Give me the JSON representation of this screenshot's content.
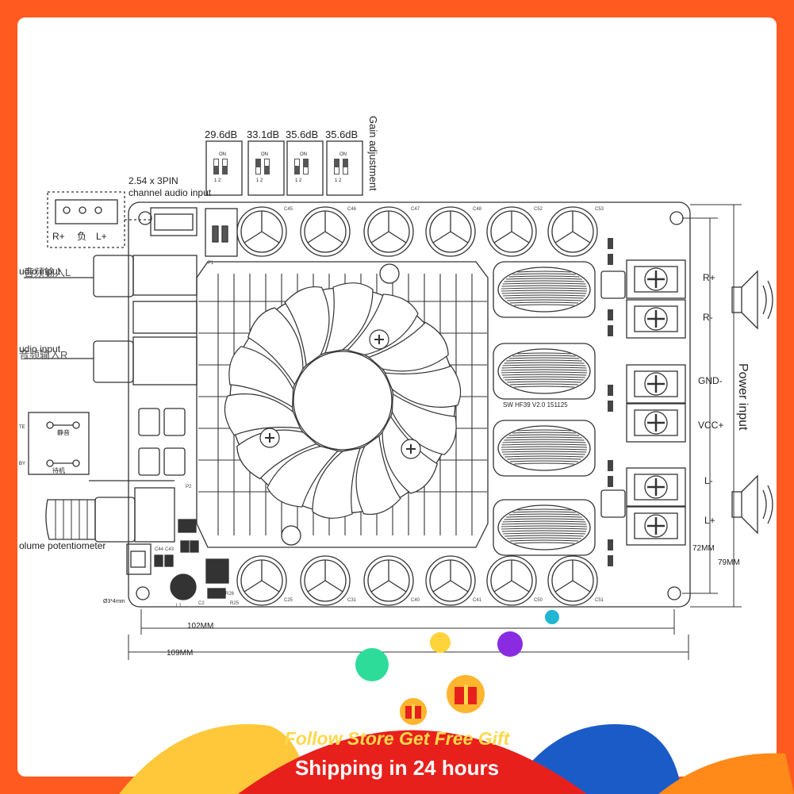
{
  "colors": {
    "frame": "#FF5A1F",
    "line": "#333333",
    "banner_red": "#E8201C",
    "banner_yellow": "#FFC83A",
    "banner_blue": "#1B5BC8",
    "banner_orange": "#FF8A1A",
    "dot_green": "#2EDC9A",
    "dot_yellow": "#FFD43A",
    "dot_purple": "#8A2BE2",
    "dot_cyan": "#1FB7D4",
    "promo_text": "#FFD84A"
  },
  "gain": {
    "title": "Gain adjustment",
    "switch_on": "ON",
    "switch_pins": "1  2",
    "settings": [
      "29.6dB",
      "33.1dB",
      "35.6dB",
      "35.6dB"
    ]
  },
  "input_connector": {
    "label_line1": "2.54 x 3PIN",
    "label_line2": "channel audio input",
    "pins": [
      "R+",
      "负",
      "L+"
    ]
  },
  "left_side": {
    "audio_input_l": "udio input",
    "audio_input_l_cn": "音频输入L",
    "audio_input_r": "udio input",
    "audio_input_r_cn": "音频输入R",
    "mute_en": "TE",
    "mute_cn": "静音",
    "standby_en": "BY",
    "standby_cn": "待机",
    "potentiometer": "olume potentiometer",
    "hole_size": "Ø3*4mm"
  },
  "board": {
    "silkscreen": "SW  HF39  V2.0  151125",
    "cap_top_labels": [
      "C45",
      "C46",
      "C47",
      "C48",
      "C52",
      "C53"
    ],
    "cap_bottom_labels": [
      "C25",
      "C31",
      "C40",
      "C41",
      "C50",
      "C51"
    ],
    "small_labels": [
      "P1",
      "P2",
      "C44",
      "C43",
      "L1",
      "C2",
      "R26",
      "R25"
    ]
  },
  "terminals": {
    "r_plus": "R+",
    "r_minus": "R-",
    "gnd": "GND-",
    "vcc": "VCC+",
    "l_minus": "L-",
    "l_plus": "L+",
    "power_input": "Power input"
  },
  "dimensions": {
    "width_inner": "102MM",
    "width_outer": "109MM",
    "height_inner": "72MM",
    "height_outer": "79MM"
  },
  "promo": {
    "line1": "Follow Store Get Free Gift",
    "line2": "Shipping in 24 hours"
  }
}
